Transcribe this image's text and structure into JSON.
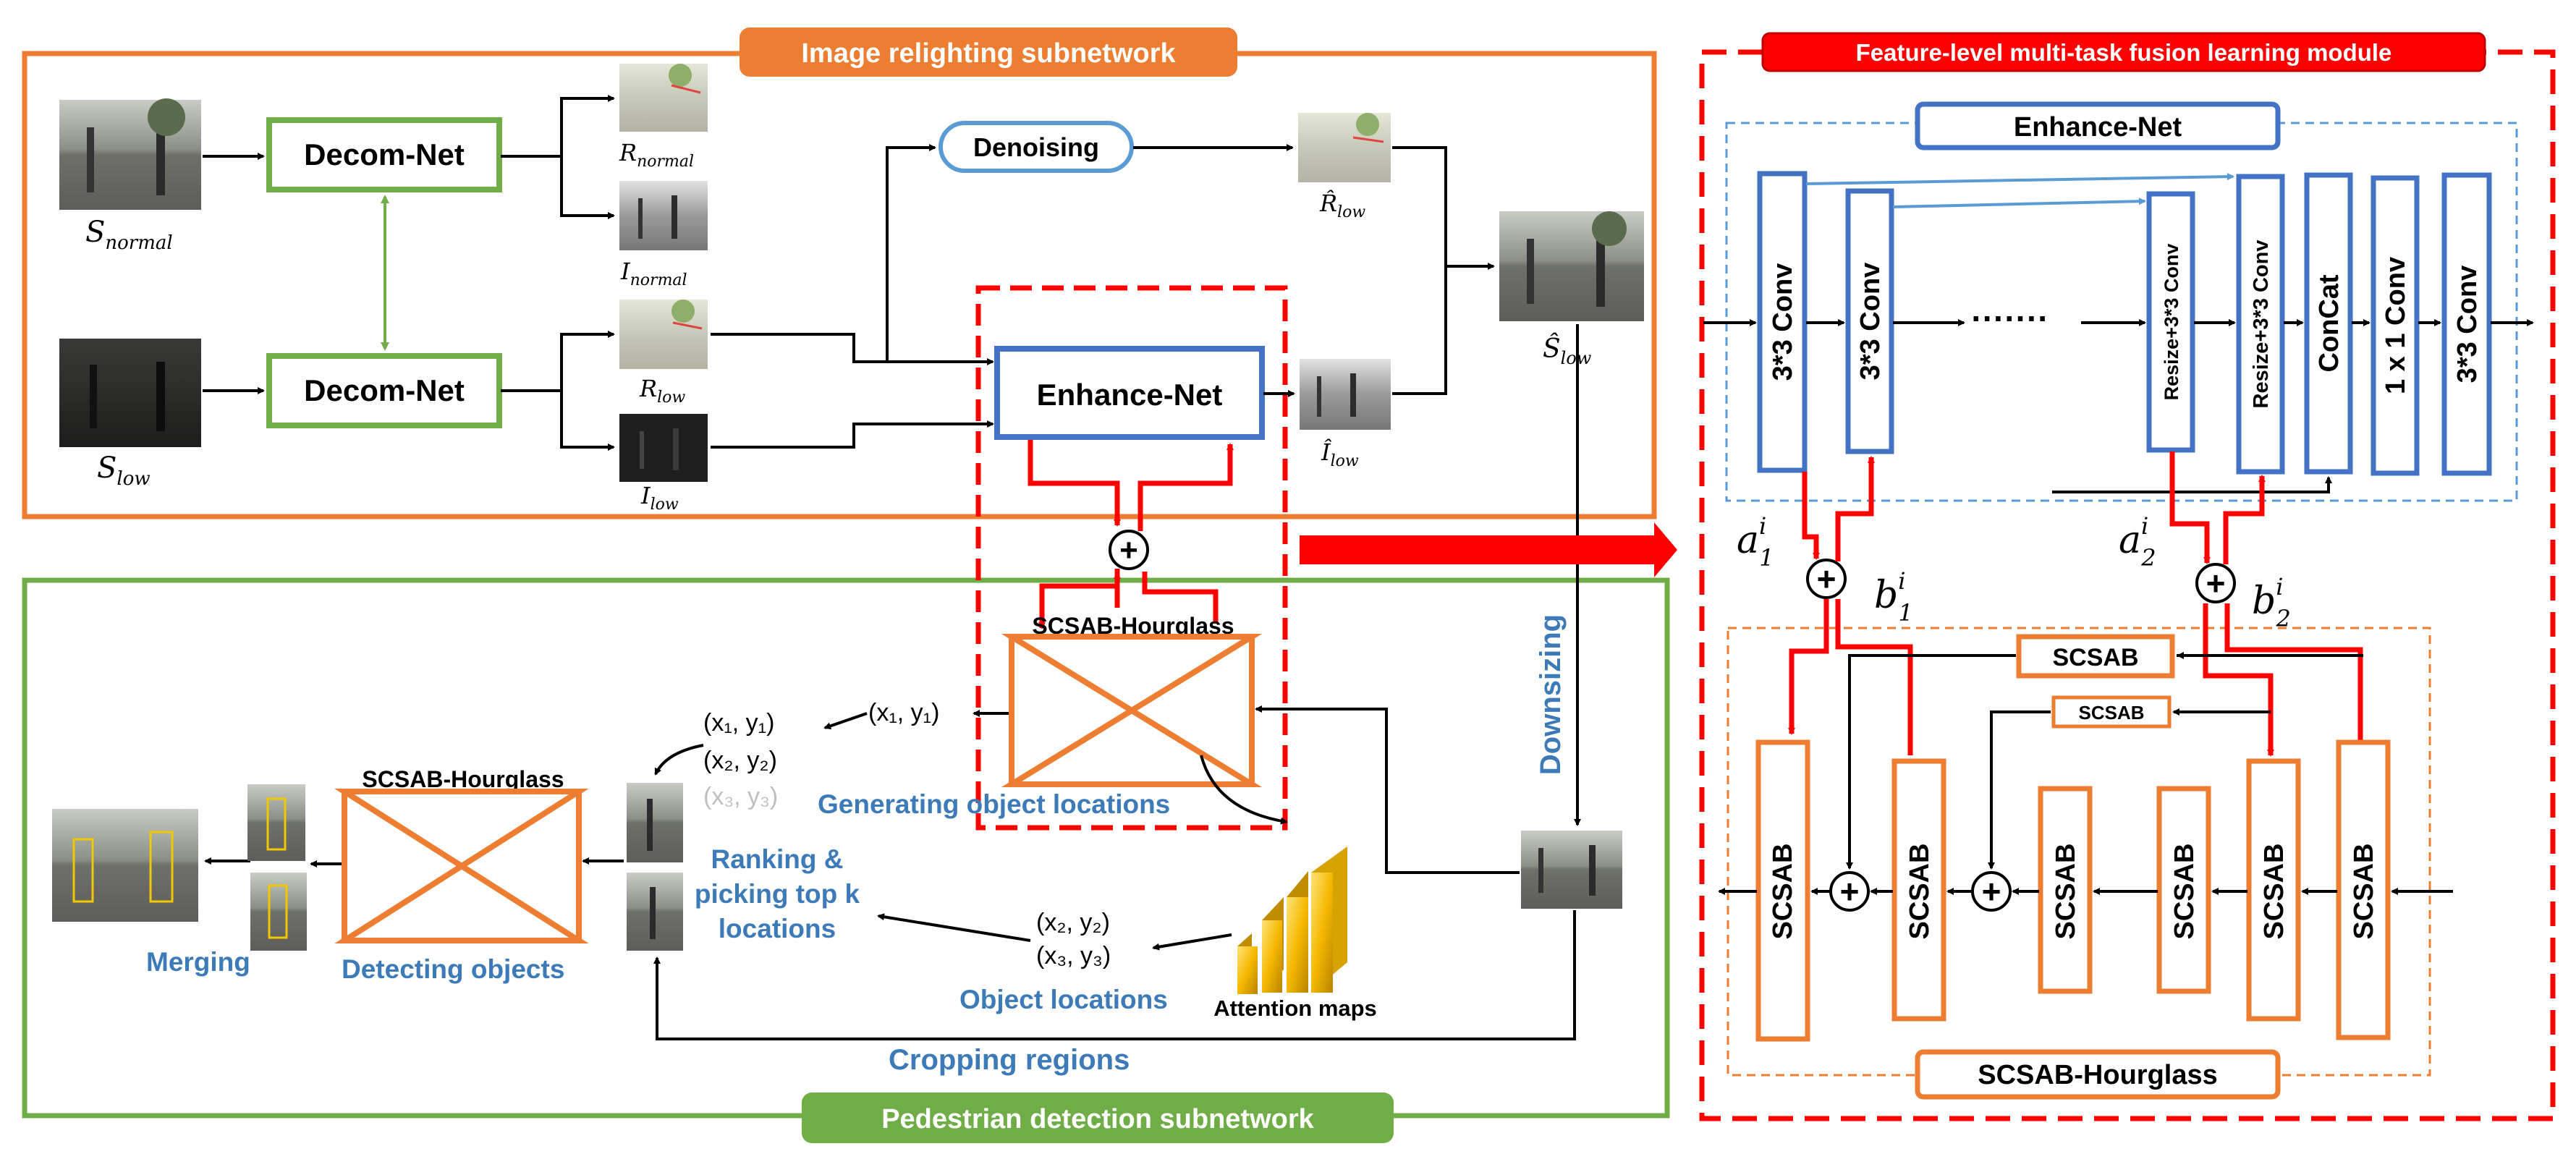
{
  "panels": {
    "relighting": "Image relighting subnetwork",
    "pedestrian": "Pedestrian detection subnetwork",
    "fusion": "Feature-level multi-task fusion learning module"
  },
  "relight": {
    "decom_top": "Decom-Net",
    "decom_bottom": "Decom-Net",
    "denoising": "Denoising",
    "enhance": "Enhance-Net",
    "s_normal": "S",
    "s_normal_sub": "normal",
    "s_low": "S",
    "s_low_sub": "low",
    "r_normal": "R",
    "r_normal_sub": "normal",
    "i_normal": "I",
    "i_normal_sub": "normal",
    "r_low": "R",
    "r_low_sub": "low",
    "i_low": "I",
    "i_low_sub": "low",
    "r_hat": "R̂",
    "r_hat_sub": "low",
    "i_hat": "Î",
    "i_hat_sub": "low",
    "s_hat": "Ŝ",
    "s_hat_sub": "low"
  },
  "detect": {
    "hourglass_center": "SCSAB-Hourglass",
    "hourglass_left": "SCSAB-Hourglass",
    "generating": "Generating object locations",
    "downsizing": "Downsizing",
    "ranking_1": "Ranking &",
    "ranking_2": "picking top k",
    "ranking_3": "locations",
    "object_locations": "Object locations",
    "attention_maps": "Attention maps",
    "cropping": "Cropping regions",
    "detecting": "Detecting objects",
    "merging": "Merging",
    "coord_single": "(x₁, y₁)",
    "coord_list": [
      "(x₁, y₁)",
      "(x₂, y₂)",
      "(x₃, y₃)"
    ],
    "coord_pair": [
      "(x₂, y₂)",
      "(x₃, y₃)"
    ]
  },
  "fusion": {
    "enhance_title": "Enhance-Net",
    "hourglass_title": "SCSAB-Hourglass",
    "enh_blocks": [
      "3*3 Conv",
      "3*3 Conv",
      "Resize+3*3 Conv",
      "Resize+3*3 Conv",
      "ConCat",
      "1 x 1 Conv",
      "3*3 Conv"
    ],
    "ellipsis": "·······",
    "scsab_label": "SCSAB",
    "a1": "a",
    "a1_sup": "i",
    "a1_sub": "1",
    "b1": "b",
    "b1_sup": "i",
    "b1_sub": "1",
    "a2": "a",
    "a2_sup": "i",
    "a2_sub": "2",
    "b2": "b",
    "b2_sup": "i",
    "b2_sub": "2"
  },
  "colors": {
    "orange": "#ed7d31",
    "green": "#70ad47",
    "blue": "#4472c4",
    "light_blue": "#5b9bd5",
    "red": "#ff0000",
    "text_blue": "#3d7ab8"
  }
}
